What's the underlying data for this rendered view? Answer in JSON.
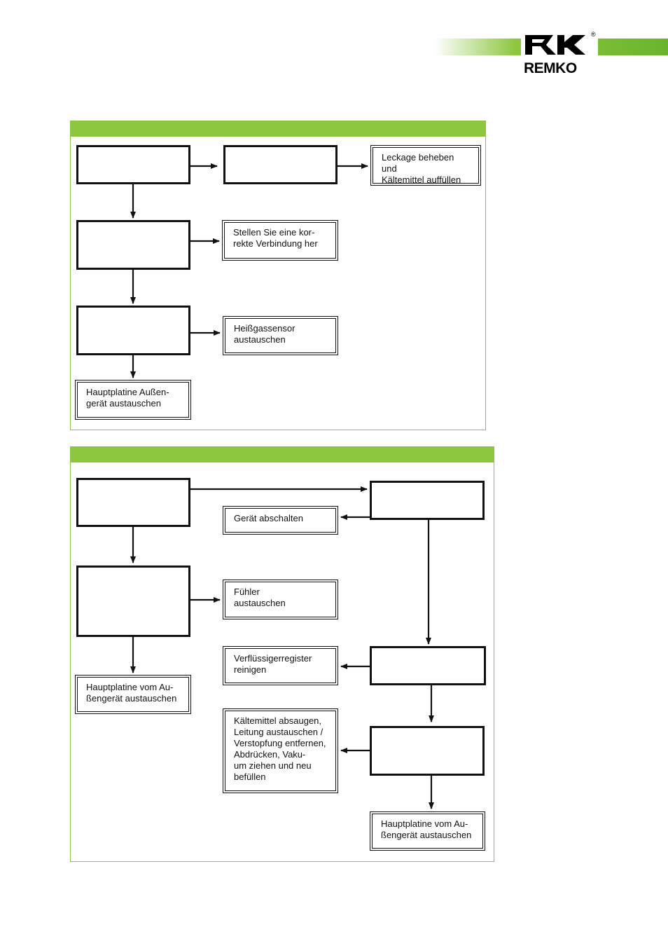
{
  "brand": {
    "logo_text": "REMKO",
    "registered": "®"
  },
  "colors": {
    "accent_green": "#8cc63f",
    "line": "#111111"
  },
  "flowchart_1": {
    "actions": {
      "fix_leak": "Leckage beheben und\nKältemittel auffüllen",
      "fix_connection": "Stellen Sie eine kor-\nrekte Verbindung her",
      "replace_hotgas_sensor": "Heißgassensor\naustauschen",
      "replace_mainboard": "Hauptplatine Außen-\ngerät austauschen"
    }
  },
  "flowchart_2": {
    "actions": {
      "switch_off": "Gerät abschalten",
      "replace_sensor": "Fühler\naustauschen",
      "clean_condenser": "Verflüssigerregister\nreinigen",
      "refrigerant_repair": "Kältemittel absaugen,\nLeitung austauschen /\nVerstopfung entfernen,\nAbdrücken, Vaku-\num ziehen und neu\nbefüllen",
      "replace_mainboard_left": "Hauptplatine vom Au-\nßengerät austauschen",
      "replace_mainboard_right": "Hauptplatine vom Au-\nßengerät austauschen"
    }
  }
}
